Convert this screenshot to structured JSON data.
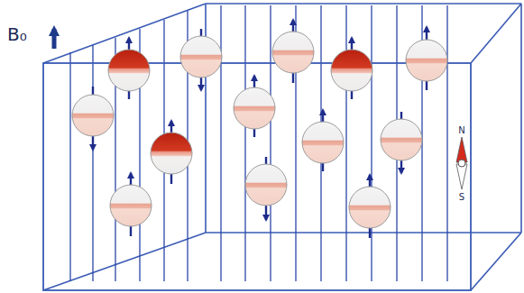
{
  "diagram": {
    "labels": [
      "B₀",
      "N",
      "S"
    ]
  }
}
